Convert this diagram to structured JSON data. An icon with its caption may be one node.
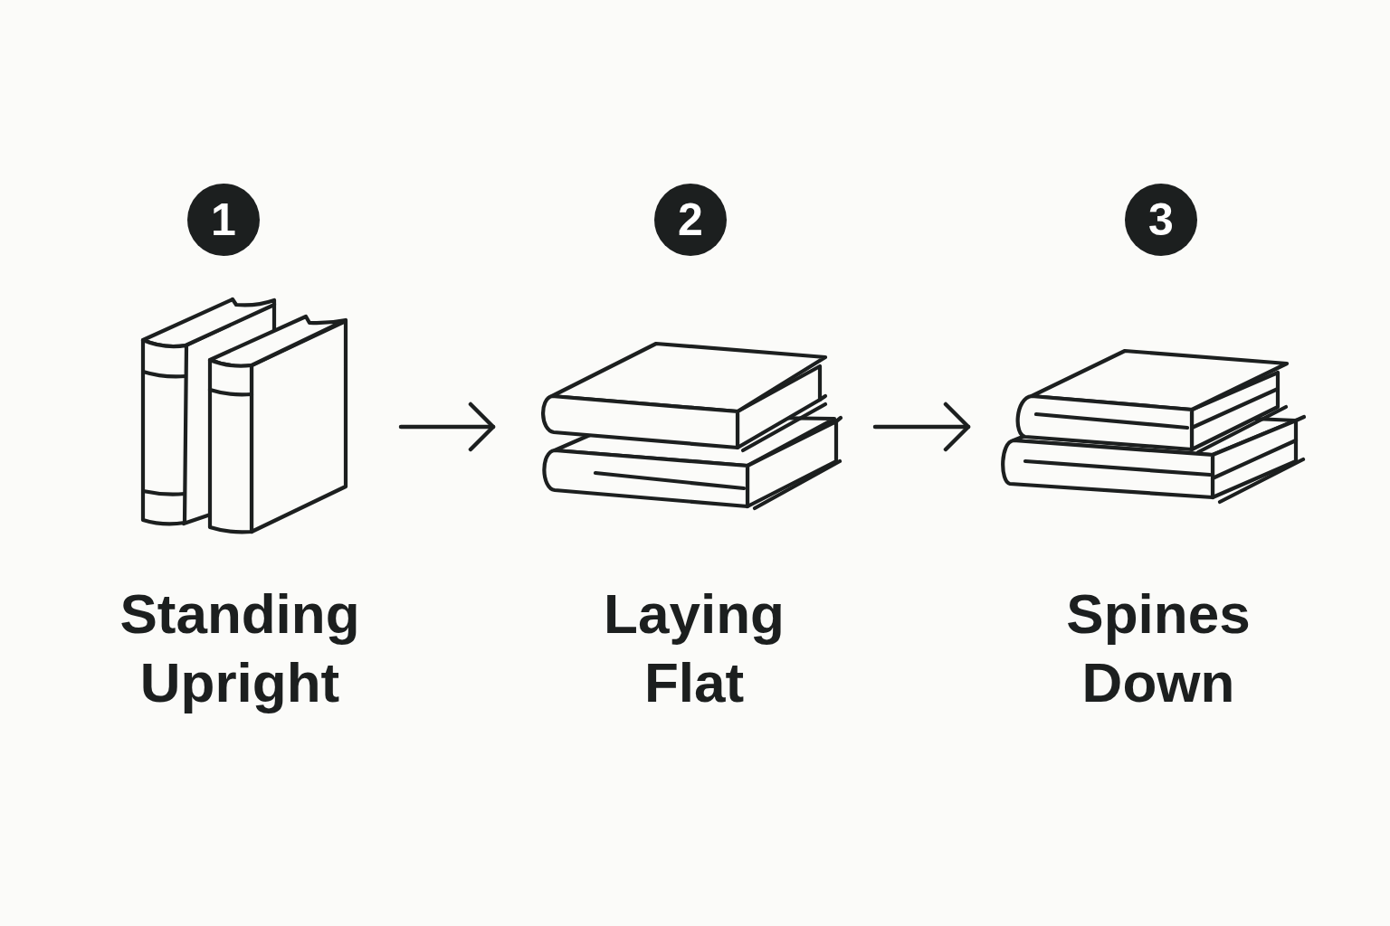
{
  "diagram": {
    "nodes": [
      {
        "text": [
          "1"
        ]
      },
      {
        "text": [
          "2"
        ]
      },
      {
        "text": [
          "3"
        ]
      },
      {
        "text": [],
        "shape": "picture",
        "beside": [
          "Standing Upright"
        ]
      },
      {
        "text": [],
        "shape": "picture",
        "beside": [
          "Laying Flat"
        ]
      },
      {
        "text": [],
        "shape": "picture",
        "beside": [
          "Spines Down"
        ]
      }
    ],
    "edges": [
      {
        "from": 3,
        "to": 4,
        "arrow": "to"
      },
      {
        "from": 4,
        "to": 5,
        "arrow": "to"
      }
    ]
  }
}
